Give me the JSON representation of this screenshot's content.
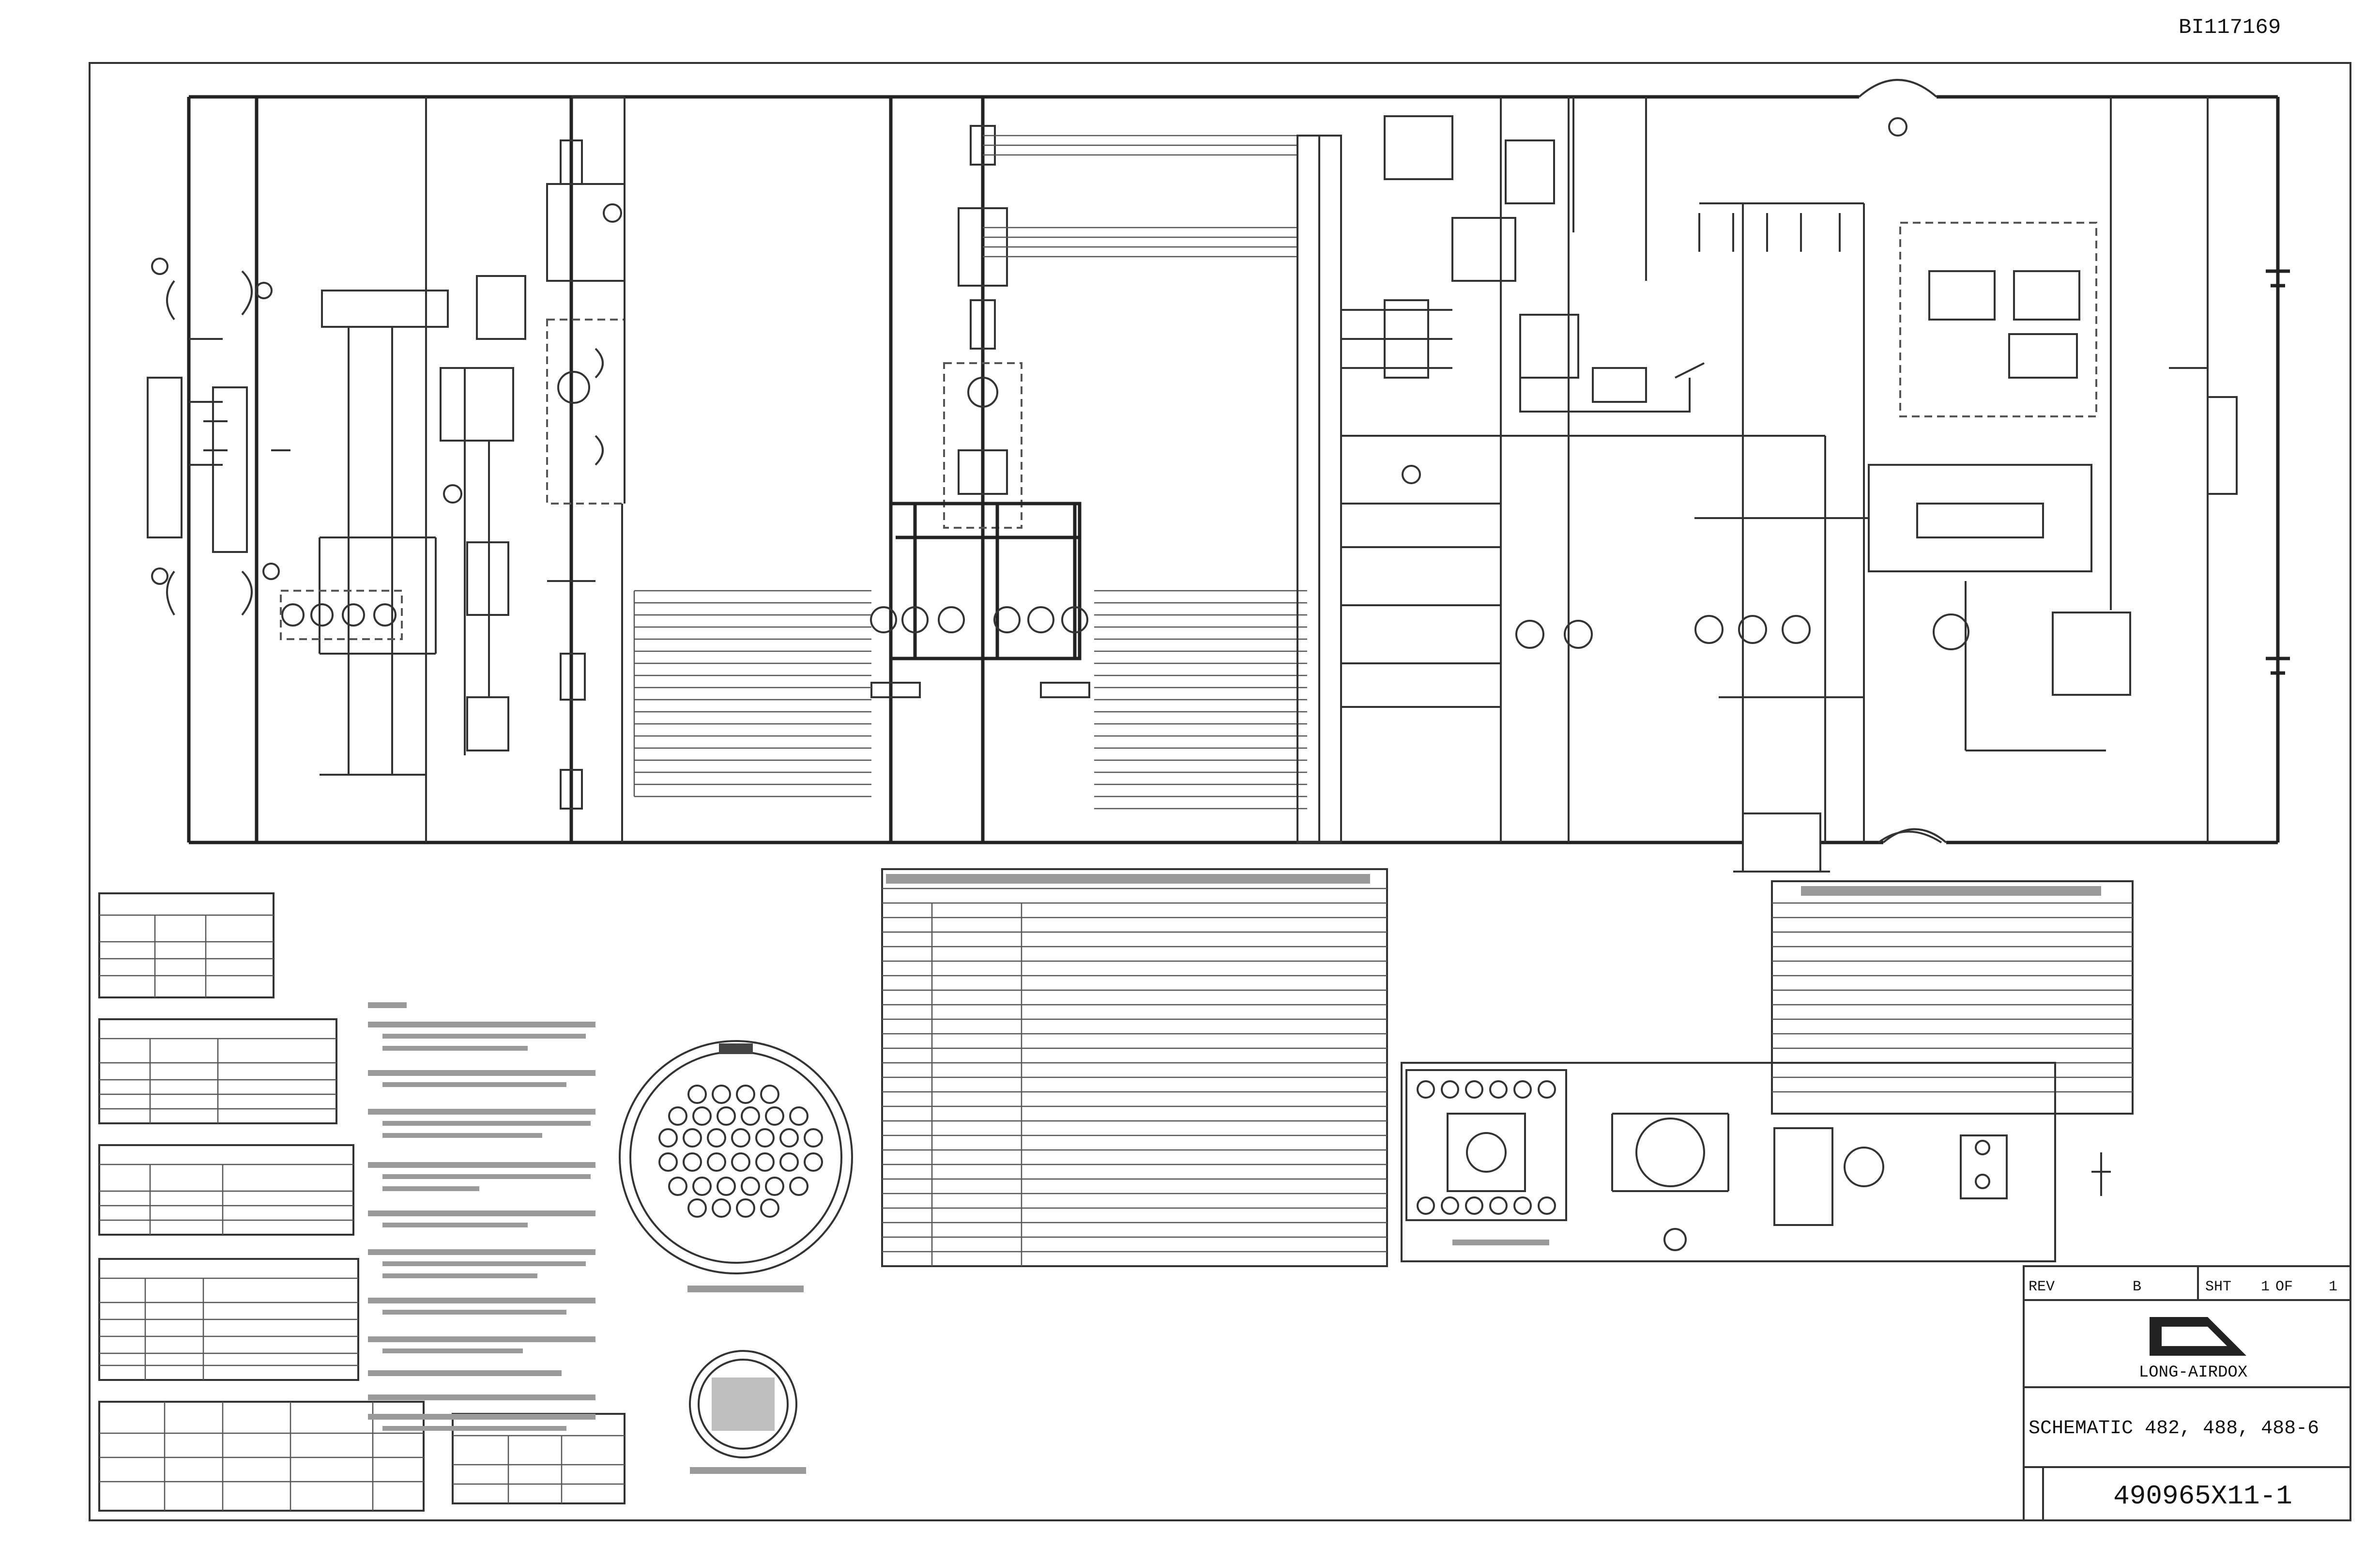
{
  "drawing_id": "BI117169",
  "title_block": {
    "rev_label": "REV",
    "rev_value": "B",
    "sheet_label": "SHT",
    "sheet_value": "1",
    "sheet_of_label": "OF",
    "sheet_total": "1",
    "company": "LONG-AIRDOX",
    "title": "SCHEMATIC 482, 488, 488-6",
    "drawing_number": "490965X11-1"
  },
  "colors": {
    "line": "#222222",
    "blurred_text": "#9a9a9a",
    "background": "#ffffff"
  }
}
